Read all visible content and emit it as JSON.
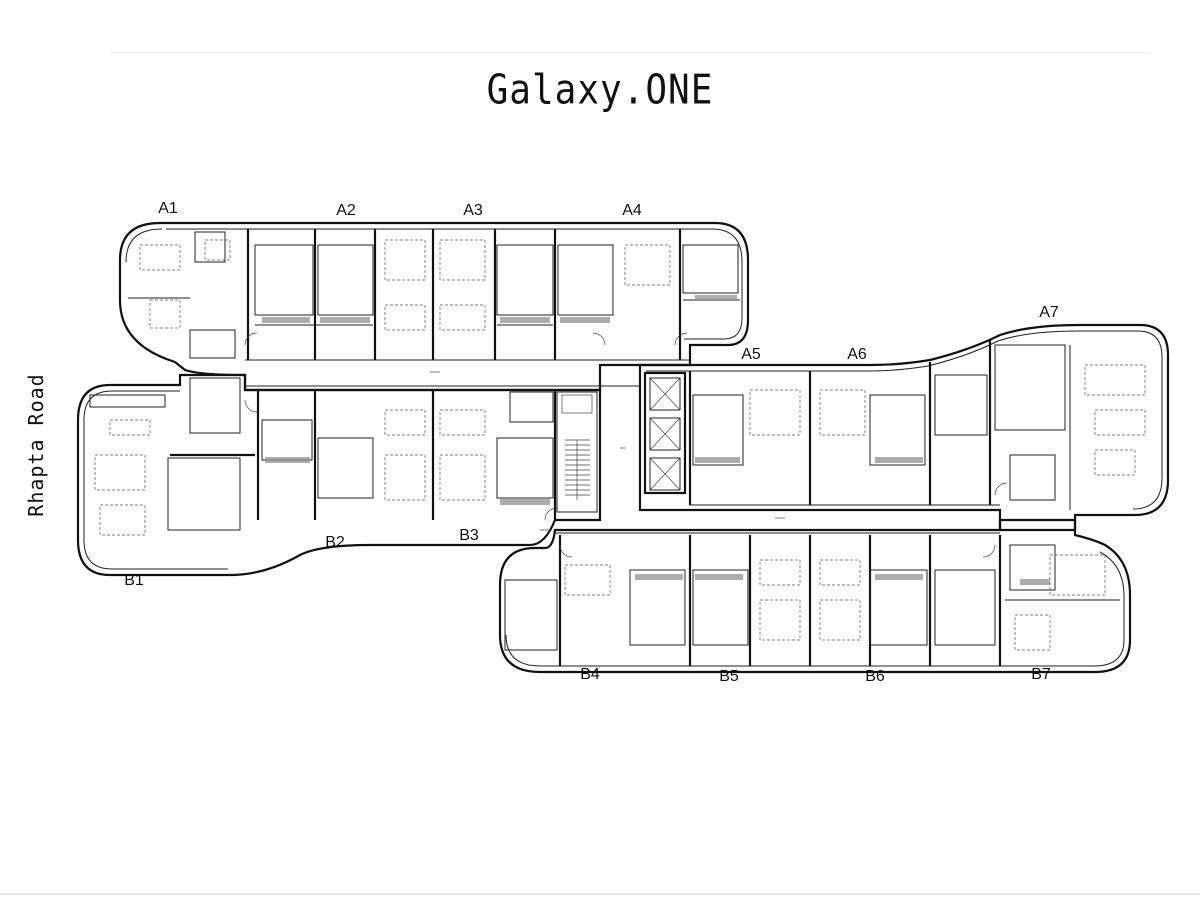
{
  "title": "Galaxy.ONE",
  "road_label": "Rhapta Road",
  "units": {
    "A1": "A1",
    "A2": "A2",
    "A3": "A3",
    "A4": "A4",
    "A5": "A5",
    "A6": "A6",
    "A7": "A7",
    "B1": "B1",
    "B2": "B2",
    "B3": "B3",
    "B4": "B4",
    "B5": "B5",
    "B6": "B6",
    "B7": "B7"
  }
}
